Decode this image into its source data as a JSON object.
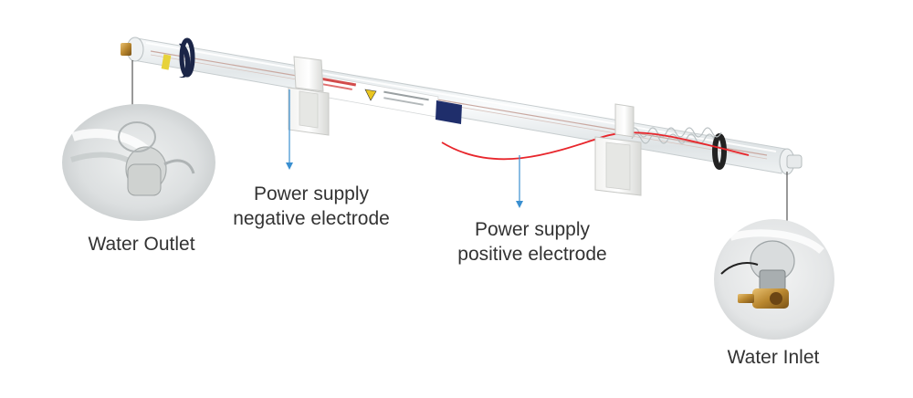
{
  "labels": {
    "water_outlet": "Water Outlet",
    "negative_electrode": [
      "Power supply",
      "negative electrode"
    ],
    "positive_electrode": [
      "Power supply",
      "positive electrode"
    ],
    "water_inlet": "Water Inlet"
  },
  "colors": {
    "pointer_line_blue": "#3a8fd0",
    "positive_wire": "#e8262c",
    "callout_line": "#333333",
    "text": "#333333"
  }
}
